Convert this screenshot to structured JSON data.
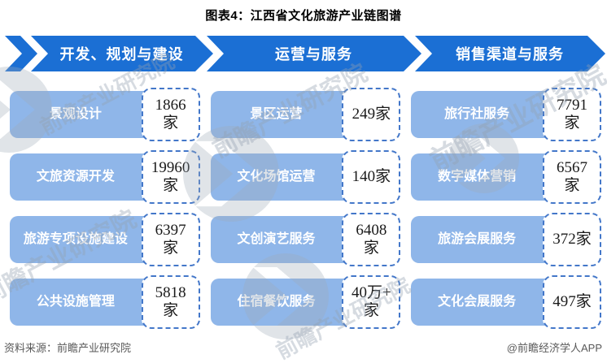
{
  "title": "图表4：江西省文化旅游产业链图谱",
  "colors": {
    "arrow_blue": "#1b6fd4",
    "pill_blue": "#8fb6e9",
    "dash_border": "#4377c9"
  },
  "chain": {
    "columns": [
      {
        "header": "开发、规划与建设",
        "items": [
          {
            "label": "景观设计",
            "count": "1866\n家"
          },
          {
            "label": "文旅资源开发",
            "count": "19960\n家"
          },
          {
            "label": "旅游专项设施建设",
            "count": "6397\n家"
          },
          {
            "label": "公共设施管理",
            "count": "5818\n家"
          }
        ]
      },
      {
        "header": "运营与服务",
        "items": [
          {
            "label": "景区运营",
            "count": "249家"
          },
          {
            "label": "文化场馆运营",
            "count": "140家"
          },
          {
            "label": "文创演艺服务",
            "count": "6408\n家"
          },
          {
            "label": "住宿餐饮服务",
            "count": "40万+\n家"
          }
        ]
      },
      {
        "header": "销售渠道与服务",
        "items": [
          {
            "label": "旅行社服务",
            "count": "7791\n家"
          },
          {
            "label": "数字媒体营销",
            "count": "6567\n家"
          },
          {
            "label": "旅游会展服务",
            "count": "372家"
          },
          {
            "label": "文化会展服务",
            "count": "497家"
          }
        ]
      }
    ]
  },
  "footer": {
    "source": "资料来源：前瞻产业研究院",
    "credit": "@前瞻经济学人APP"
  },
  "watermark": {
    "text": "前瞻产业研究院"
  }
}
